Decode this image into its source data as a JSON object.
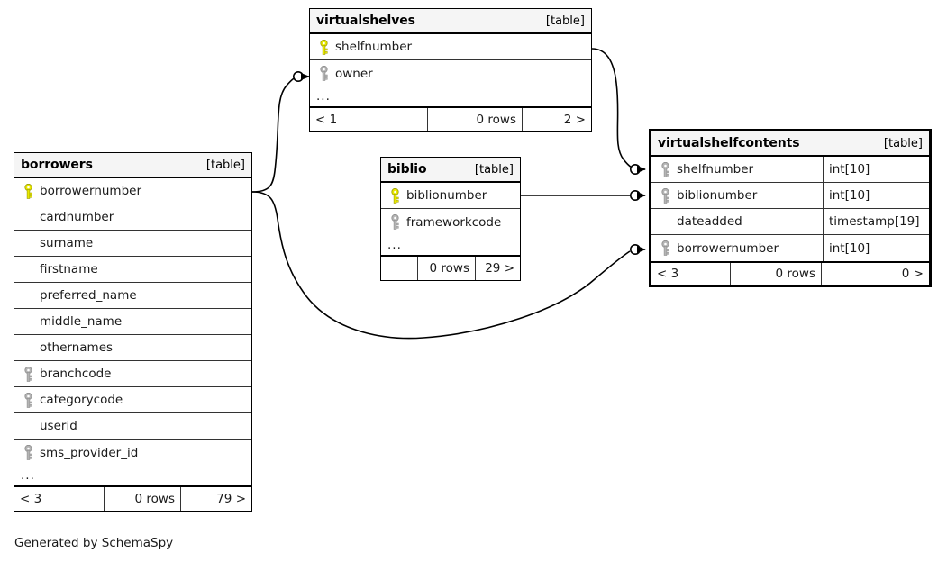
{
  "diagram": {
    "title": "SchemaSpy relationships diagram",
    "credit": "Generated by SchemaSpy",
    "table_tag": "[table]",
    "more_glyph": "...",
    "rows_label": "0 rows",
    "colors": {
      "primary_key": "#e8e800",
      "foreign_key": "#b4b4b4",
      "line": "#000000",
      "header_bg": "#f5f5f5",
      "border": "#000000",
      "text": "#1a1a1a"
    }
  },
  "tables": [
    {
      "id": "virtualshelves",
      "name": "virtualshelves",
      "tag": "[table]",
      "emphasized": false,
      "columns": [
        {
          "name": "shelfnumber",
          "key": "primary-key-icon",
          "type": ""
        },
        {
          "name": "owner",
          "key": "foreign-key-icon",
          "type": ""
        }
      ],
      "more": "...",
      "footer": {
        "left": "< 1",
        "middle": "0 rows",
        "right": "2 >"
      }
    },
    {
      "id": "biblio",
      "name": "biblio",
      "tag": "[table]",
      "emphasized": false,
      "columns": [
        {
          "name": "biblionumber",
          "key": "primary-key-icon",
          "type": ""
        },
        {
          "name": "frameworkcode",
          "key": "foreign-key-icon",
          "type": ""
        }
      ],
      "more": "...",
      "footer": {
        "left": "",
        "middle": "0 rows",
        "right": "29 >"
      }
    },
    {
      "id": "virtualshelfcontents",
      "name": "virtualshelfcontents",
      "tag": "[table]",
      "emphasized": true,
      "columns": [
        {
          "name": "shelfnumber",
          "key": "foreign-key-icon",
          "type": "int[10]"
        },
        {
          "name": "biblionumber",
          "key": "foreign-key-icon",
          "type": "int[10]"
        },
        {
          "name": "dateadded",
          "key": "none",
          "type": "timestamp[19]"
        },
        {
          "name": "borrowernumber",
          "key": "foreign-key-icon",
          "type": "int[10]"
        }
      ],
      "more": null,
      "footer": {
        "left": "< 3",
        "middle": "0 rows",
        "right": "0 >"
      }
    },
    {
      "id": "borrowers",
      "name": "borrowers",
      "tag": "[table]",
      "emphasized": false,
      "columns": [
        {
          "name": "borrowernumber",
          "key": "primary-key-icon",
          "type": ""
        },
        {
          "name": "cardnumber",
          "key": "none",
          "type": ""
        },
        {
          "name": "surname",
          "key": "none",
          "type": ""
        },
        {
          "name": "firstname",
          "key": "none",
          "type": ""
        },
        {
          "name": "preferred_name",
          "key": "none",
          "type": ""
        },
        {
          "name": "middle_name",
          "key": "none",
          "type": ""
        },
        {
          "name": "othernames",
          "key": "none",
          "type": ""
        },
        {
          "name": "branchcode",
          "key": "foreign-key-icon",
          "type": ""
        },
        {
          "name": "categorycode",
          "key": "foreign-key-icon",
          "type": ""
        },
        {
          "name": "userid",
          "key": "none",
          "type": ""
        },
        {
          "name": "sms_provider_id",
          "key": "foreign-key-icon",
          "type": ""
        }
      ],
      "more": "...",
      "footer": {
        "left": "< 3",
        "middle": "0 rows",
        "right": "79 >"
      }
    }
  ],
  "relationships": [
    {
      "from_table": "borrowers",
      "from_column": "borrowernumber",
      "to_table": "virtualshelves",
      "to_column": "owner"
    },
    {
      "from_table": "virtualshelves",
      "from_column": "shelfnumber",
      "to_table": "virtualshelfcontents",
      "to_column": "shelfnumber"
    },
    {
      "from_table": "biblio",
      "from_column": "biblionumber",
      "to_table": "virtualshelfcontents",
      "to_column": "biblionumber"
    },
    {
      "from_table": "borrowers",
      "from_column": "borrowernumber",
      "to_table": "virtualshelfcontents",
      "to_column": "borrowernumber"
    }
  ]
}
